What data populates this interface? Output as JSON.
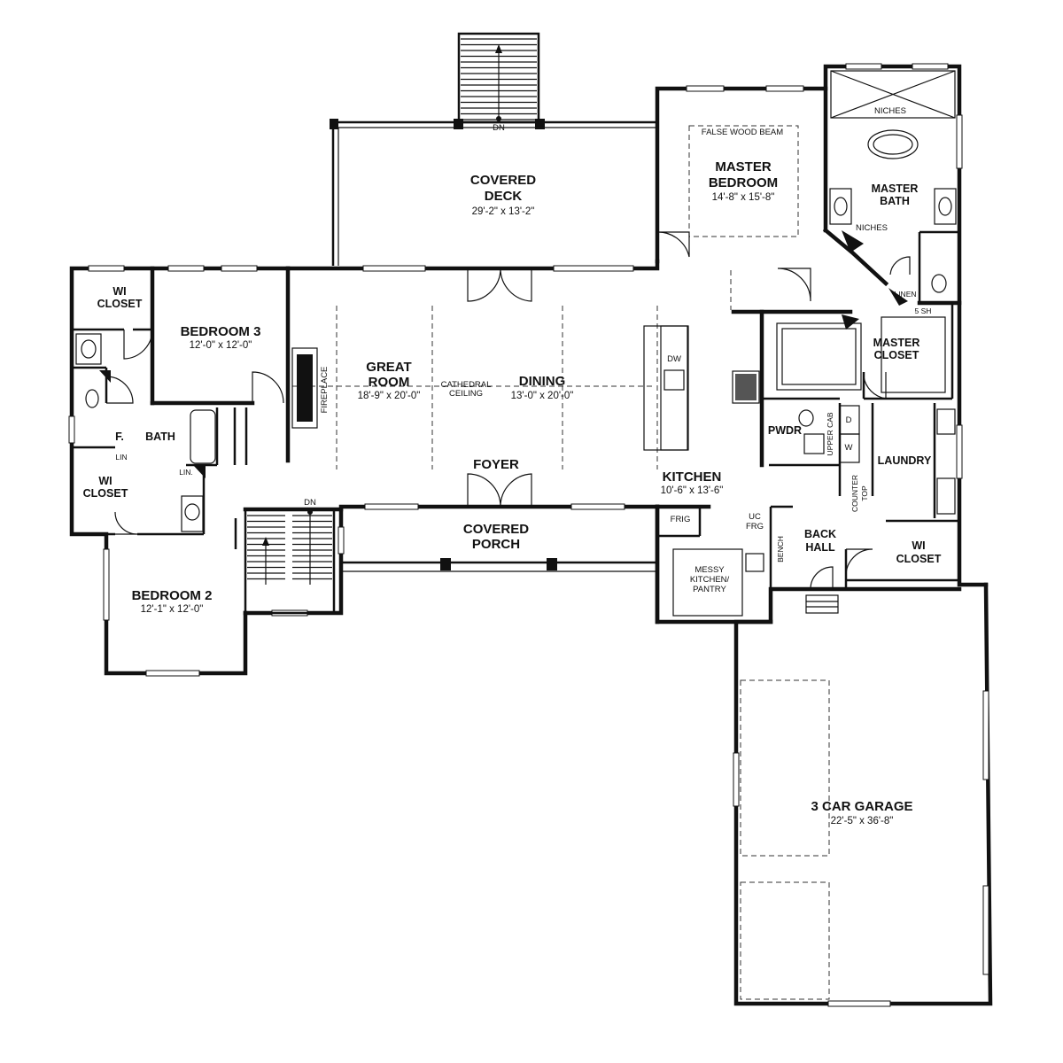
{
  "rooms": {
    "covered_deck": {
      "name_1": "COVERED",
      "name_2": "DECK",
      "dims": "29'-2\" x 13'-2\""
    },
    "master_bedroom": {
      "name_1": "MASTER",
      "name_2": "BEDROOM",
      "dims": "14'-8\" x 15'-8\"",
      "note": "FALSE WOOD BEAM"
    },
    "master_bath": {
      "name_1": "MASTER",
      "name_2": "BATH"
    },
    "master_closet": {
      "name_1": "MASTER",
      "name_2": "CLOSET"
    },
    "bedroom_3": {
      "name": "BEDROOM 3",
      "dims": "12'-0\" x 12'-0\""
    },
    "great_room": {
      "name_1": "GREAT",
      "name_2": "ROOM",
      "dims": "18'-9\" x 20'-0\""
    },
    "dining": {
      "name": "DINING",
      "dims": "13'-0\" x 20'-0\""
    },
    "foyer": {
      "name": "FOYER"
    },
    "kitchen": {
      "name": "KITCHEN",
      "dims": "10'-6\" x 13'-6\""
    },
    "covered_porch": {
      "name_1": "COVERED",
      "name_2": "PORCH"
    },
    "bedroom_2": {
      "name": "BEDROOM 2",
      "dims": "12'-1\" x 12'-0\""
    },
    "f_bath": {
      "name_1": "F.",
      "name_2": "BATH"
    },
    "wi_closet_1": {
      "name_1": "WI",
      "name_2": "CLOSET"
    },
    "wi_closet_2": {
      "name_1": "WI",
      "name_2": "CLOSET"
    },
    "wi_closet_3": {
      "name_1": "WI",
      "name_2": "CLOSET"
    },
    "pwdr": {
      "name": "PWDR"
    },
    "laundry": {
      "name": "LAUNDRY"
    },
    "back_hall": {
      "name_1": "BACK",
      "name_2": "HALL"
    },
    "messy_kitchen": {
      "name_1": "MESSY",
      "name_2": "KITCHEN/",
      "name_3": "PANTRY"
    },
    "garage": {
      "name": "3 CAR GARAGE",
      "dims": "22'-5\" x 36'-8\""
    }
  },
  "notes": {
    "dn_deck": "DN",
    "dn_stair": "DN",
    "niches_top": "NICHES",
    "niches_side": "NICHES",
    "linen_master": "LINEN",
    "five_sh": "5 SH",
    "lin_bath": "LIN",
    "lin_hall": "LIN.",
    "fireplace": "FIREPLACE",
    "cathedral_1": "CATHEDRAL",
    "cathedral_2": "CEILING",
    "dw": "DW",
    "frig": "FRIG",
    "uc": "UC",
    "frg": "FRG",
    "bench": "BENCH",
    "upper_cab": "UPPER CAB",
    "d": "D",
    "w": "W",
    "counter": "COUNTER",
    "top": "TOP"
  }
}
